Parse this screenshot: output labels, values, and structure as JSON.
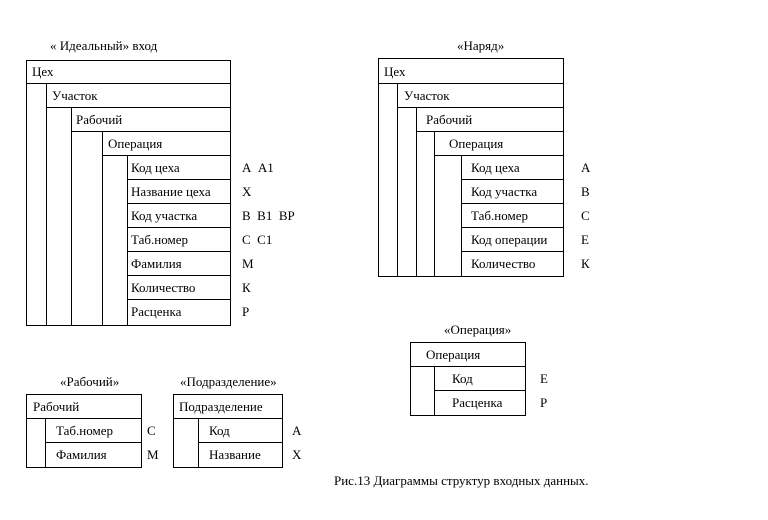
{
  "ideal": {
    "title": "« Идеальный» вход",
    "levels": [
      "Цех",
      "Участок",
      "Рабочий",
      "Операция"
    ],
    "fields": [
      {
        "label": "Код цеха",
        "code": "А  А1"
      },
      {
        "label": "Название цеха",
        "code": "Х"
      },
      {
        "label": "Код участка",
        "code": "В  В1  ВР"
      },
      {
        "label": "Таб.номер",
        "code": "С  С1"
      },
      {
        "label": "Фамилия",
        "code": "М"
      },
      {
        "label": "Количество",
        "code": "К"
      },
      {
        "label": "Расценка",
        "code": "Р"
      }
    ]
  },
  "naryad": {
    "title": "«Наряд»",
    "levels": [
      "Цех",
      "Участок",
      "Рабочий",
      "Операция"
    ],
    "fields": [
      {
        "label": "Код цеха",
        "code": "А"
      },
      {
        "label": "Код участка",
        "code": "В"
      },
      {
        "label": "Таб.номер",
        "code": "С"
      },
      {
        "label": "Код операции",
        "code": "Е"
      },
      {
        "label": "Количество",
        "code": "К"
      }
    ]
  },
  "operation": {
    "title": "«Операция»",
    "header": "Операция",
    "fields": [
      {
        "label": "Код",
        "code": "Е"
      },
      {
        "label": "Расценка",
        "code": "Р"
      }
    ]
  },
  "worker": {
    "title": "«Рабочий»",
    "header": "Рабочий",
    "fields": [
      {
        "label": "Таб.номер",
        "code": "С"
      },
      {
        "label": "Фамилия",
        "code": "М"
      }
    ]
  },
  "division": {
    "title": "«Подразделение»",
    "header": "Подразделение",
    "fields": [
      {
        "label": "Код",
        "code": "А"
      },
      {
        "label": "Название",
        "code": "Х"
      }
    ]
  },
  "caption": "Рис.13 Диаграммы структур входных данных."
}
